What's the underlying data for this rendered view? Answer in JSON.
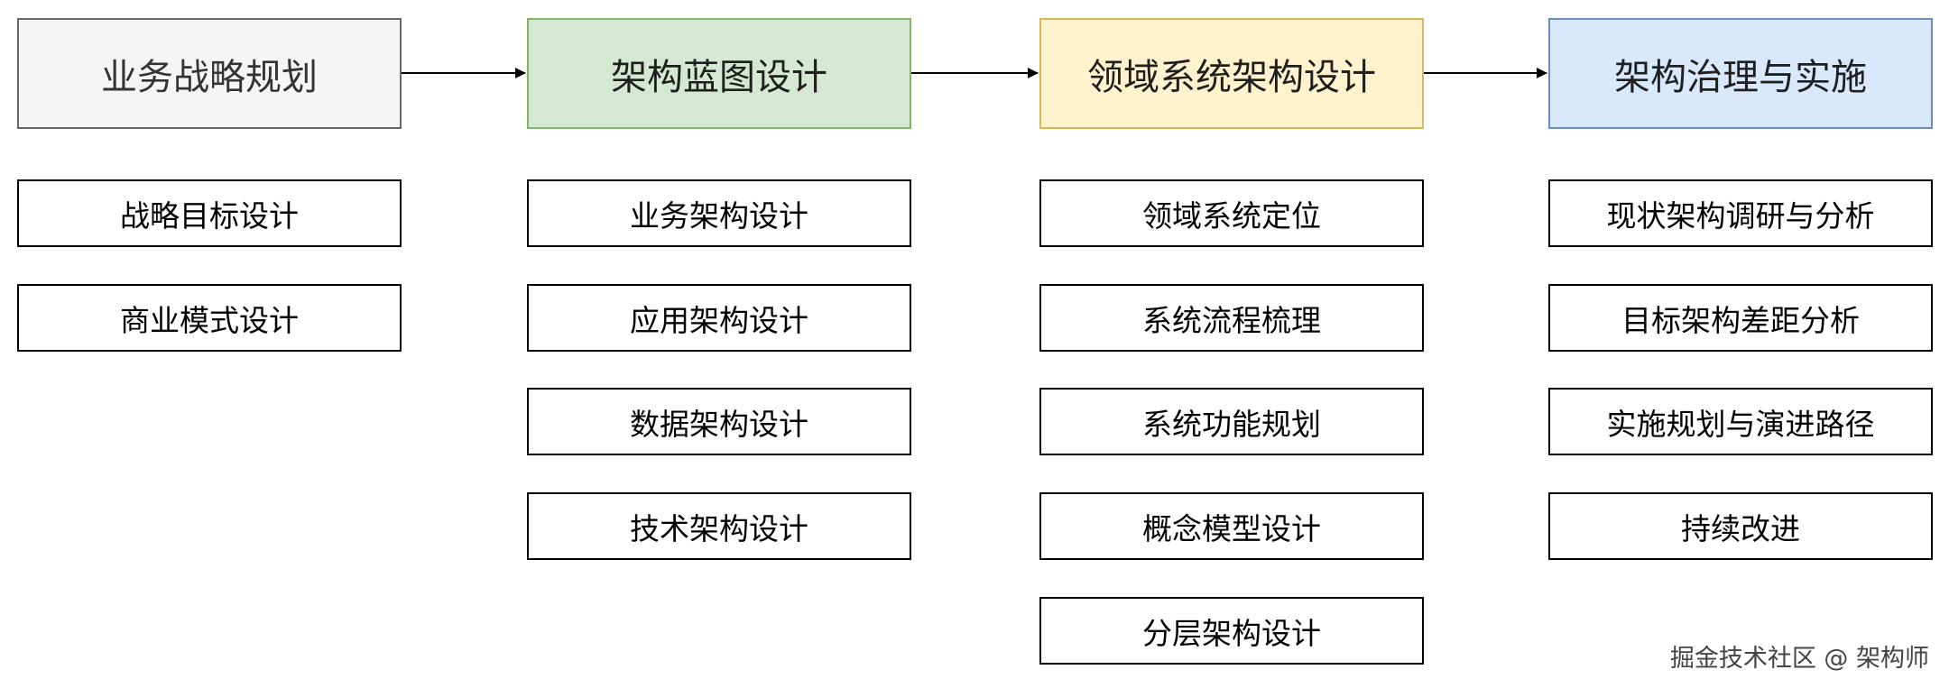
{
  "stages": [
    {
      "title": "业务战略规划",
      "tasks": [
        "战略目标设计",
        "商业模式设计"
      ]
    },
    {
      "title": "架构蓝图设计",
      "tasks": [
        "业务架构设计",
        "应用架构设计",
        "数据架构设计",
        "技术架构设计"
      ]
    },
    {
      "title": "领域系统架构设计",
      "tasks": [
        "领域系统定位",
        "系统流程梳理",
        "系统功能规划",
        "概念模型设计",
        "分层架构设计"
      ]
    },
    {
      "title": "架构治理与实施",
      "tasks": [
        "现状架构调研与分析",
        "目标架构差距分析",
        "实施规划与演进路径",
        "持续改进"
      ]
    }
  ],
  "colors": {
    "stage_fills": [
      "#f5f5f5",
      "#d5e8d4",
      "#fff2cc",
      "#dae8fc"
    ],
    "stage_borders": [
      "#666666",
      "#82b366",
      "#d6b656",
      "#6c8ebf"
    ]
  },
  "watermark": "掘金技术社区 @ 架构师"
}
